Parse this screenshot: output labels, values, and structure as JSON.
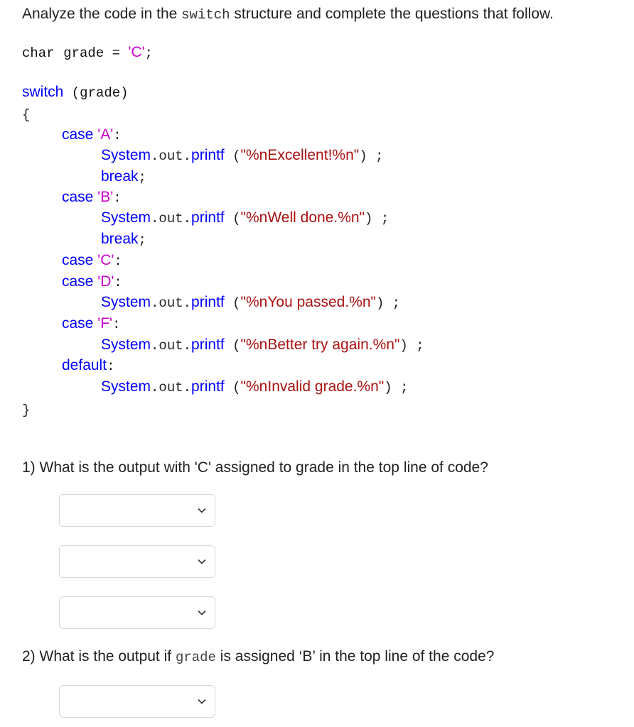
{
  "intro": {
    "before": "Analyze the code in the ",
    "code": "switch",
    "after": " structure and complete the questions that follow."
  },
  "code": {
    "decl_type": "char",
    "decl_var": "grade",
    "decl_eq": "=",
    "decl_value": "'C'",
    "decl_semi": ";",
    "switch_kw": "switch",
    "switch_arg": "(grade)",
    "open_brace": "{",
    "close_brace": "}",
    "case_kw": "case",
    "case_a": "'A'",
    "case_b": "'B'",
    "case_c": "'C'",
    "case_d": "'D'",
    "case_f": "'F'",
    "colon": ":",
    "default_kw": "default",
    "system": "System",
    "dot": ".",
    "out": "out",
    "printf": "printf",
    "lparen": "(",
    "rparen": ")",
    "semi": ";",
    "break_kw": "break",
    "str_a": "\"%nExcellent!%n\"",
    "str_b": "\"%nWell done.%n\"",
    "str_d": "\"%nYou passed.%n\"",
    "str_f": "\"%nBetter try again.%n\"",
    "str_default": "\"%nInvalid grade.%n\""
  },
  "questions": {
    "q1": "1) What is the output with 'C' assigned to grade in the top line of code?",
    "q2_before": "2) What is the output if ",
    "q2_code": "grade",
    "q2_after": " is assigned ‘B’ in the top line of the code?"
  },
  "icons": {
    "dropdown": "chevron-down-icon"
  }
}
